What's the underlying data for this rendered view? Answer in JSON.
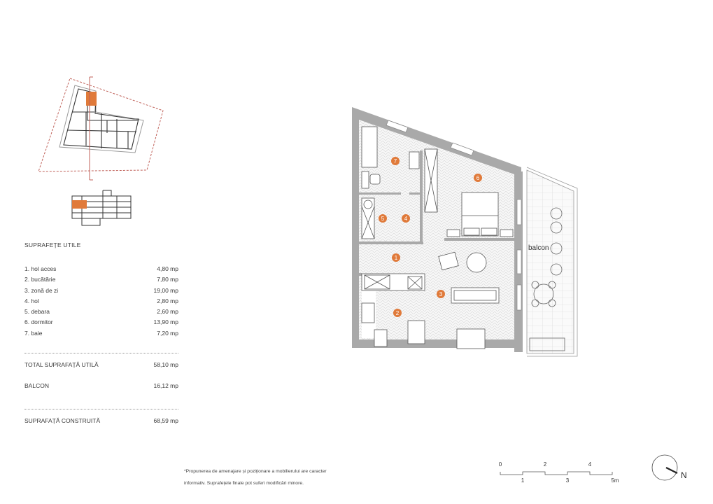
{
  "surface_table": {
    "title": "SUPRAFEȚE UTILE",
    "rooms": [
      {
        "label": "1. hol acces",
        "area": "4,80 mp"
      },
      {
        "label": "2. bucătărie",
        "area": "7,80 mp"
      },
      {
        "label": "3. zonă de zi",
        "area": "19,00 mp"
      },
      {
        "label": "4. hol",
        "area": "2,80 mp"
      },
      {
        "label": "5. debara",
        "area": "2,60 mp"
      },
      {
        "label": "6. dormitor",
        "area": "13,90 mp"
      },
      {
        "label": "7. baie",
        "area": "7,20 mp"
      }
    ],
    "total_label": "TOTAL SUPRAFAȚĂ UTILĂ",
    "total_value": "58,10 mp",
    "balcony_label": "BALCON",
    "balcony_value": "16,12 mp",
    "built_label": "SUPRAFAȚĂ CONSTRUITĂ",
    "built_value": "68,59 mp"
  },
  "plan": {
    "balcony_label": "balcon",
    "room_markers": [
      "1",
      "2",
      "3",
      "4",
      "5",
      "6",
      "7"
    ],
    "accent_color": "#e07a3a",
    "wall_color": "#a9a9a9"
  },
  "note": {
    "line1": "*Propunerea de amenajare și poziționare a mobilierului are caracter",
    "line2": "informativ. Suprafețele finale pot suferi modificări minore."
  },
  "scale_bar": {
    "top_labels": [
      "0",
      "2",
      "4"
    ],
    "bottom_labels": [
      "1",
      "3",
      "5m"
    ]
  },
  "north_arrow": {
    "label": "N"
  }
}
